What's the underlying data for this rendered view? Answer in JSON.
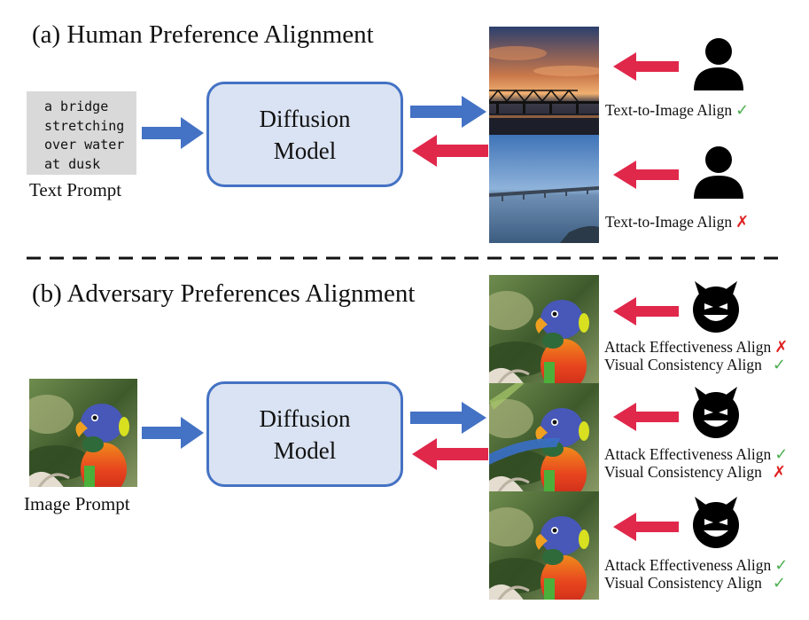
{
  "colors": {
    "forward_arrow": "#4472c4",
    "feedback_arrow": "#e0284b",
    "model_fill": "#dae3f3",
    "model_border": "#4472c4",
    "check": "#4caf50",
    "cross": "#e02020"
  },
  "section_a": {
    "title": "(a) Human Preference Alignment",
    "prompt_lines": [
      "a bridge",
      "stretching",
      "over water",
      "at dusk"
    ],
    "prompt_caption": "Text Prompt",
    "model_lines": [
      "Diffusion",
      "Model"
    ],
    "outputs": [
      {
        "image": "bridge-at-dusk-photo",
        "judge_icon": "person-icon",
        "label": "Text-to-Image Align",
        "mark": "✓"
      },
      {
        "image": "bridge-daylight-photo",
        "judge_icon": "person-icon",
        "label": "Text-to-Image Align",
        "mark": "✗"
      }
    ]
  },
  "section_b": {
    "title": "(b) Adversary Preferences Alignment",
    "prompt_caption": "Image Prompt",
    "model_lines": [
      "Diffusion",
      "Model"
    ],
    "outputs": [
      {
        "image": "parrot-photo",
        "judge_icon": "devil-face-icon",
        "labels": [
          {
            "text": "Attack Effectiveness Align",
            "mark": "✗"
          },
          {
            "text": "Visual Consistency Align",
            "mark": "✓"
          }
        ]
      },
      {
        "image": "parrot-distorted-photo",
        "judge_icon": "devil-face-icon",
        "labels": [
          {
            "text": "Attack Effectiveness Align",
            "mark": "✓"
          },
          {
            "text": "Visual Consistency Align",
            "mark": "✗"
          }
        ]
      },
      {
        "image": "parrot-photo",
        "judge_icon": "devil-face-icon",
        "labels": [
          {
            "text": "Attack Effectiveness Align",
            "mark": "✓"
          },
          {
            "text": "Visual Consistency Align",
            "mark": "✓"
          }
        ]
      }
    ]
  }
}
